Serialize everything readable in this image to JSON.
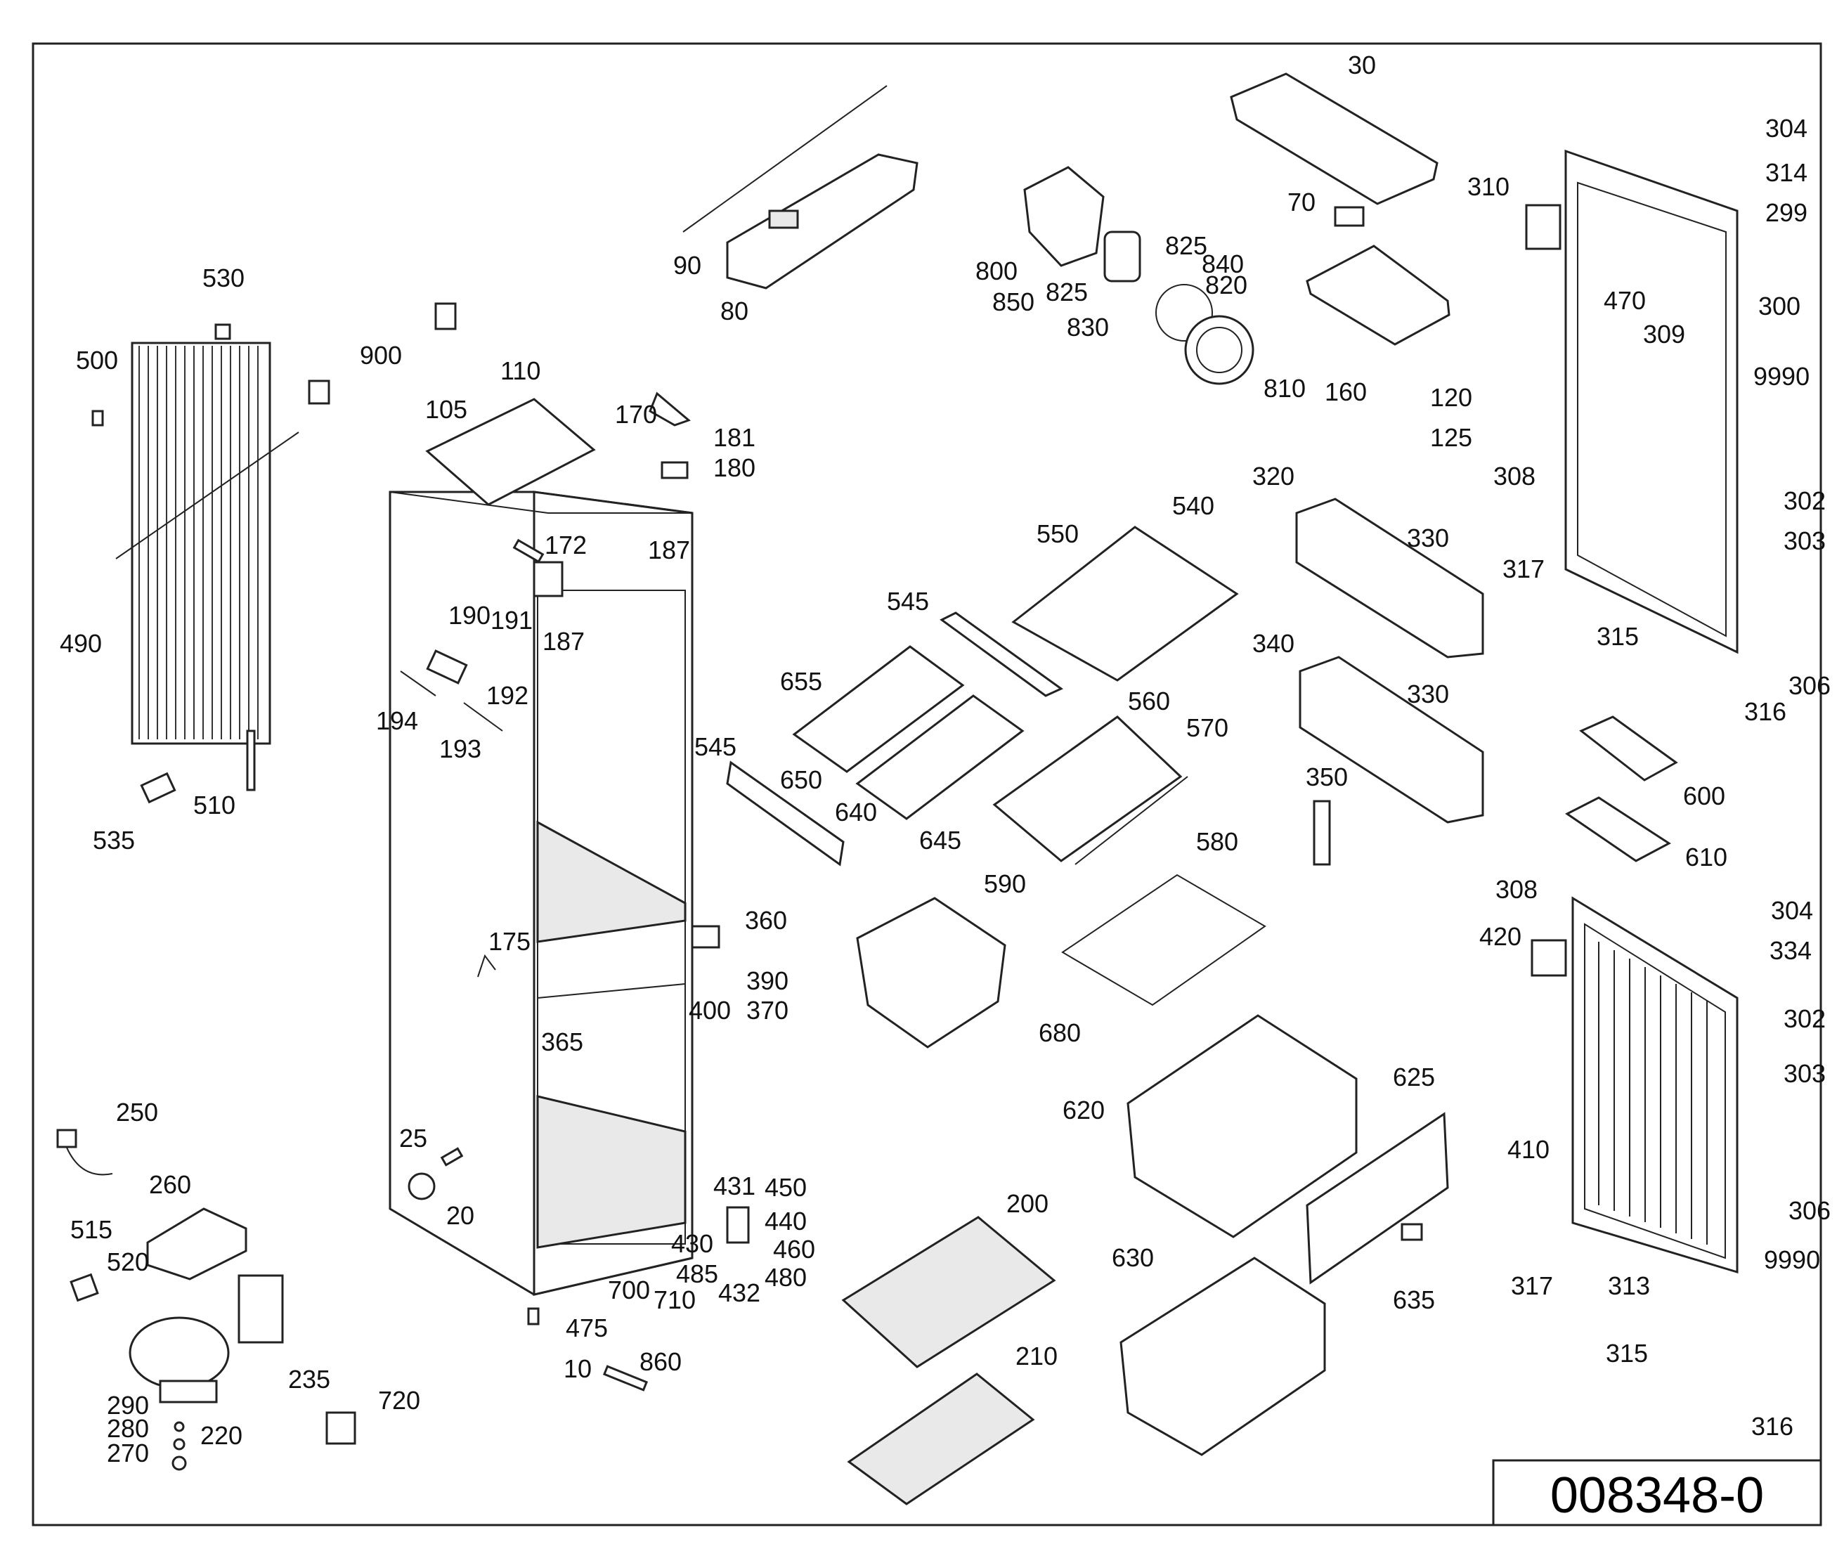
{
  "drawing_number": "008348-0",
  "callouts": [
    {
      "id": "c30",
      "text": "30"
    },
    {
      "id": "c304a",
      "text": "304"
    },
    {
      "id": "c314",
      "text": "314"
    },
    {
      "id": "c299",
      "text": "299"
    },
    {
      "id": "c310",
      "text": "310"
    },
    {
      "id": "c70",
      "text": "70"
    },
    {
      "id": "c470",
      "text": "470"
    },
    {
      "id": "c300",
      "text": "300"
    },
    {
      "id": "c309",
      "text": "309"
    },
    {
      "id": "c9990a",
      "text": "9990"
    },
    {
      "id": "c120",
      "text": "120"
    },
    {
      "id": "c125",
      "text": "125"
    },
    {
      "id": "c160",
      "text": "160"
    },
    {
      "id": "c308a",
      "text": "308"
    },
    {
      "id": "c302a",
      "text": "302"
    },
    {
      "id": "c303a",
      "text": "303"
    },
    {
      "id": "c317a",
      "text": "317"
    },
    {
      "id": "c315a",
      "text": "315"
    },
    {
      "id": "c306a",
      "text": "306"
    },
    {
      "id": "c316a",
      "text": "316"
    },
    {
      "id": "c90",
      "text": "90"
    },
    {
      "id": "c80",
      "text": "80"
    },
    {
      "id": "c800",
      "text": "800"
    },
    {
      "id": "c850",
      "text": "850"
    },
    {
      "id": "c825a",
      "text": "825"
    },
    {
      "id": "c825b",
      "text": "825"
    },
    {
      "id": "c840",
      "text": "840"
    },
    {
      "id": "c820",
      "text": "820"
    },
    {
      "id": "c830",
      "text": "830"
    },
    {
      "id": "c810",
      "text": "810"
    },
    {
      "id": "c530",
      "text": "530"
    },
    {
      "id": "c500",
      "text": "500"
    },
    {
      "id": "c900",
      "text": "900"
    },
    {
      "id": "c490",
      "text": "490"
    },
    {
      "id": "c535",
      "text": "535"
    },
    {
      "id": "c510",
      "text": "510"
    },
    {
      "id": "c110",
      "text": "110"
    },
    {
      "id": "c105",
      "text": "105"
    },
    {
      "id": "c170",
      "text": "170"
    },
    {
      "id": "c181",
      "text": "181"
    },
    {
      "id": "c180",
      "text": "180"
    },
    {
      "id": "c172",
      "text": "172"
    },
    {
      "id": "c187a",
      "text": "187"
    },
    {
      "id": "c187b",
      "text": "187"
    },
    {
      "id": "c190",
      "text": "190"
    },
    {
      "id": "c191",
      "text": "191"
    },
    {
      "id": "c192",
      "text": "192"
    },
    {
      "id": "c194",
      "text": "194"
    },
    {
      "id": "c193",
      "text": "193"
    },
    {
      "id": "c175",
      "text": "175"
    },
    {
      "id": "c365",
      "text": "365"
    },
    {
      "id": "c25",
      "text": "25"
    },
    {
      "id": "c20",
      "text": "20"
    },
    {
      "id": "c10",
      "text": "10"
    },
    {
      "id": "c475",
      "text": "475"
    },
    {
      "id": "c860",
      "text": "860"
    },
    {
      "id": "c700",
      "text": "700"
    },
    {
      "id": "c710",
      "text": "710"
    },
    {
      "id": "c545a",
      "text": "545"
    },
    {
      "id": "c545b",
      "text": "545"
    },
    {
      "id": "c550",
      "text": "550"
    },
    {
      "id": "c540",
      "text": "540"
    },
    {
      "id": "c655",
      "text": "655"
    },
    {
      "id": "c560",
      "text": "560"
    },
    {
      "id": "c650",
      "text": "650"
    },
    {
      "id": "c640",
      "text": "640"
    },
    {
      "id": "c645",
      "text": "645"
    },
    {
      "id": "c570",
      "text": "570"
    },
    {
      "id": "c580",
      "text": "580"
    },
    {
      "id": "c590",
      "text": "590"
    },
    {
      "id": "c680",
      "text": "680"
    },
    {
      "id": "c360",
      "text": "360"
    },
    {
      "id": "c390",
      "text": "390"
    },
    {
      "id": "c400",
      "text": "400"
    },
    {
      "id": "c370",
      "text": "370"
    },
    {
      "id": "c431",
      "text": "431"
    },
    {
      "id": "c450",
      "text": "450"
    },
    {
      "id": "c440",
      "text": "440"
    },
    {
      "id": "c430",
      "text": "430"
    },
    {
      "id": "c460",
      "text": "460"
    },
    {
      "id": "c485",
      "text": "485"
    },
    {
      "id": "c480",
      "text": "480"
    },
    {
      "id": "c432",
      "text": "432"
    },
    {
      "id": "c320",
      "text": "320"
    },
    {
      "id": "c330a",
      "text": "330"
    },
    {
      "id": "c340",
      "text": "340"
    },
    {
      "id": "c330b",
      "text": "330"
    },
    {
      "id": "c350",
      "text": "350"
    },
    {
      "id": "c600",
      "text": "600"
    },
    {
      "id": "c610",
      "text": "610"
    },
    {
      "id": "c308b",
      "text": "308"
    },
    {
      "id": "c304b",
      "text": "304"
    },
    {
      "id": "c420",
      "text": "420"
    },
    {
      "id": "c334",
      "text": "334"
    },
    {
      "id": "c302b",
      "text": "302"
    },
    {
      "id": "c303b",
      "text": "303"
    },
    {
      "id": "c410",
      "text": "410"
    },
    {
      "id": "c306b",
      "text": "306"
    },
    {
      "id": "c9990b",
      "text": "9990"
    },
    {
      "id": "c313",
      "text": "313"
    },
    {
      "id": "c317b",
      "text": "317"
    },
    {
      "id": "c315b",
      "text": "315"
    },
    {
      "id": "c316b",
      "text": "316"
    },
    {
      "id": "c620",
      "text": "620"
    },
    {
      "id": "c625",
      "text": "625"
    },
    {
      "id": "c630",
      "text": "630"
    },
    {
      "id": "c635",
      "text": "635"
    },
    {
      "id": "c200",
      "text": "200"
    },
    {
      "id": "c210",
      "text": "210"
    },
    {
      "id": "c250",
      "text": "250"
    },
    {
      "id": "c260",
      "text": "260"
    },
    {
      "id": "c515",
      "text": "515"
    },
    {
      "id": "c520",
      "text": "520"
    },
    {
      "id": "c235",
      "text": "235"
    },
    {
      "id": "c290",
      "text": "290"
    },
    {
      "id": "c280",
      "text": "280"
    },
    {
      "id": "c270",
      "text": "270"
    },
    {
      "id": "c220",
      "text": "220"
    },
    {
      "id": "c720",
      "text": "720"
    }
  ]
}
